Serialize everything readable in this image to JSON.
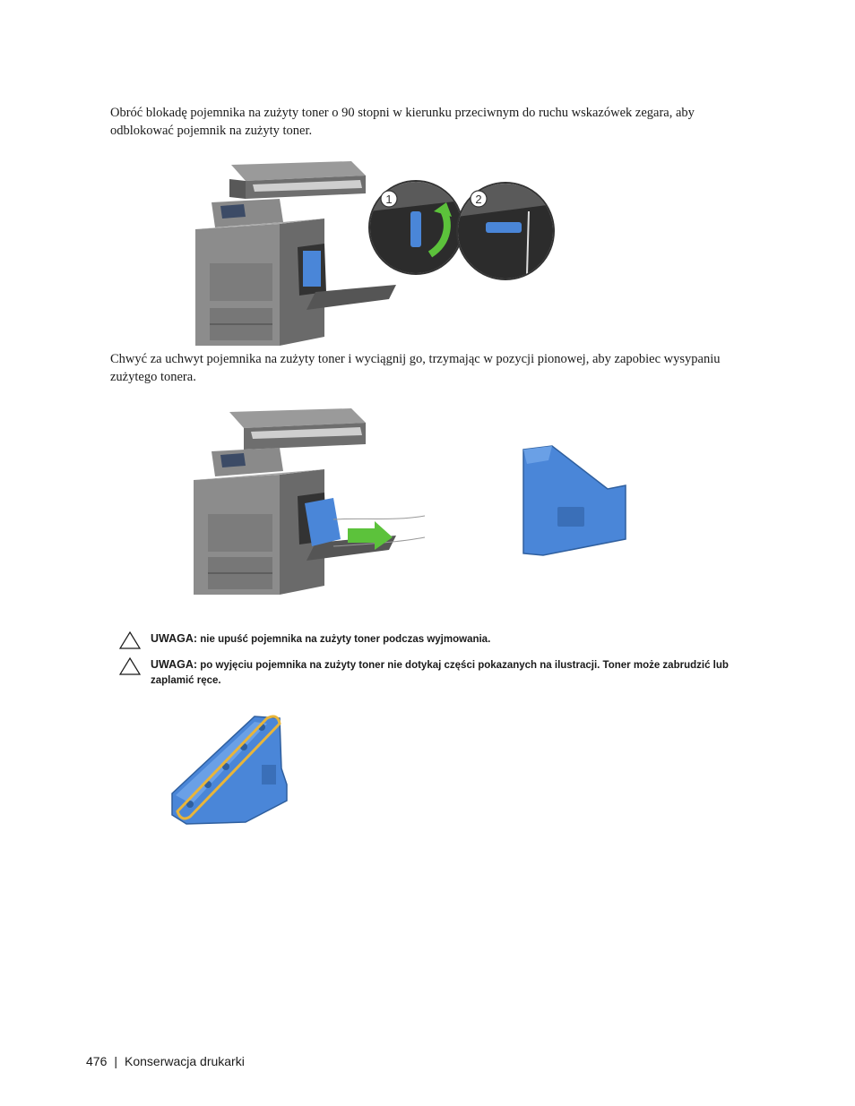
{
  "steps": {
    "step1_text": "Obróć blokadę pojemnika na zużyty toner o 90 stopni w kierunku przeciwnym do ruchu wskazówek zegara, aby odblokować pojemnik na zużyty toner.",
    "step2_text": "Chwyć za uchwyt pojemnika na zużyty toner i wyciągnij go, trzymając w pozycji pionowej, aby zapobiec wysypaniu zużytego tonera."
  },
  "figure1": {
    "callout_1": "1",
    "callout_2": "2"
  },
  "notes": [
    {
      "label": "UWAGA:",
      "text": "nie upuść pojemnika na zużyty toner podczas wyjmowania."
    },
    {
      "label": "UWAGA:",
      "text": "po wyjęciu pojemnika na zużyty toner nie dotykaj części pokazanych na ilustracji. Toner może zabrudzić lub zaplamić ręce."
    }
  ],
  "footer": {
    "page_number": "476",
    "separator": "|",
    "section": "Konserwacja drukarki"
  },
  "colors": {
    "toner_box_blue": "#4a86d8",
    "arrow_green": "#5cc23b",
    "highlight_yellow": "#e8b53a",
    "printer_gray": "#7a7a7a"
  }
}
